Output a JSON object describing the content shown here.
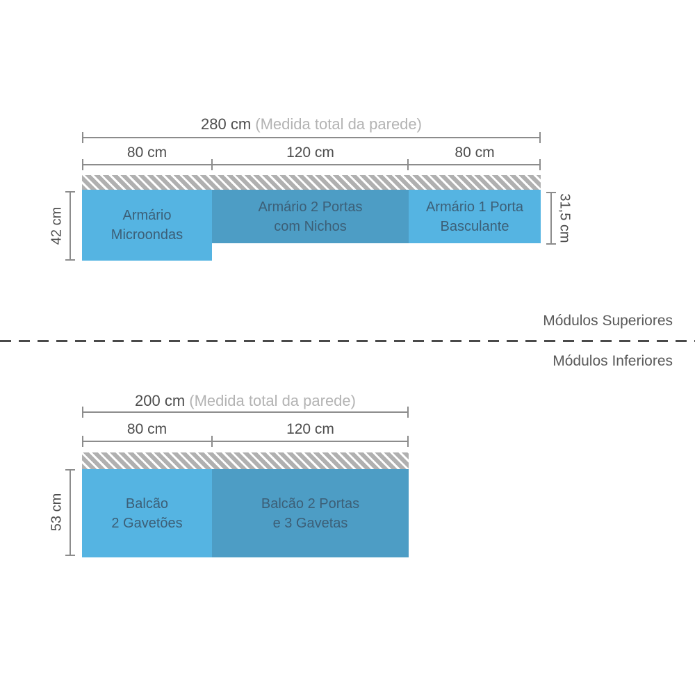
{
  "colors": {
    "module-light": "#55b4e2",
    "module-dark": "#4d9dc5",
    "module-text": "#3c5f77",
    "dim-line": "#8c8c8c",
    "dim-text": "#4d4d4d",
    "dim-text-muted": "#b3b3b3",
    "section-label": "#595959",
    "divider": "#4a4a4a",
    "hatch-gray": "#b0b0b0"
  },
  "superior": {
    "section_label": "Módulos Superiores",
    "total": {
      "value": "280 cm",
      "note": "(Medida total da parede)"
    },
    "segments": [
      "80 cm",
      "120 cm",
      "80 cm"
    ],
    "height_left": "42 cm",
    "height_right": "31,5 cm",
    "modules": [
      {
        "label": "Armário\nMicroondas"
      },
      {
        "label": "Armário 2 Portas\ncom Nichos"
      },
      {
        "label": "Armário 1 Porta\nBasculante"
      }
    ]
  },
  "inferior": {
    "section_label": "Módulos Inferiores",
    "total": {
      "value": "200 cm",
      "note": "(Medida total da parede)"
    },
    "segments": [
      "80 cm",
      "120 cm"
    ],
    "height_left": "53 cm",
    "modules": [
      {
        "label": "Balcão\n2 Gavetões"
      },
      {
        "label": "Balcão 2 Portas\ne 3 Gavetas"
      }
    ]
  }
}
